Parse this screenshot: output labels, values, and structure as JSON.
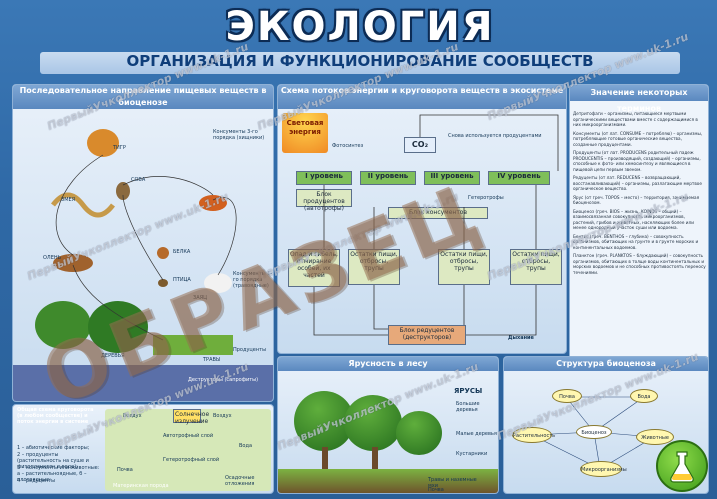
{
  "title": "ЭКОЛОГИЯ",
  "subtitle": "ОРГАНИЗАЦИЯ И ФУНКЦИОНИРОВАНИЕ СООБЩЕСТВ",
  "panels": {
    "food_web": {
      "head": "Последовательное направление пищевых веществ в биоценозе",
      "labels": {
        "tiger": "ТИГР",
        "owl": "СОВА",
        "snake": "ЗМЕЯ",
        "deer": "ОЛЕНЬ",
        "bird": "ПТИЦА",
        "hare": "ЗАЯЦ",
        "squirrel": "БЕЛКА",
        "trees": "ДЕРЕВЬЯ",
        "grass": "ТРАВЫ",
        "consumers3": "Консументы 3-го порядка (хищники)",
        "consumers1": "Консументы 1-го порядка (травоядные)",
        "producers": "Продуценты",
        "destructors": "Деструкторы (сапрофиты)"
      }
    },
    "energy_flow": {
      "head": "Схема потоков энергии и круговорота веществ в экосистеме",
      "energy": "Световая энергия",
      "co2": "CO₂",
      "co2_note": "Снова используется продуцентами",
      "levels": [
        "I уровень",
        "II уровень",
        "III уровень",
        "IV уровень"
      ],
      "photosynthesis": "Фотосинтез",
      "producers_box": "Блок продуцентов (автотрофы)",
      "consumers_box": "Блок консументов",
      "heterotrophs": "Гетеротрофы",
      "litter": "Опад и гибель, отмирание особей, их частей",
      "remains": [
        "Остатки пищи, отбросы, трупы",
        "Остатки пищи, отбросы, трупы",
        "Остатки пищи, отбросы, трупы"
      ],
      "reducers": "Блок редуцентов (деструкторов)",
      "respiration": "Дыхание"
    },
    "terms": {
      "head": "Значение некоторых терминов",
      "entries": [
        "Детритофаги – организмы, питающиеся мертвыми органическими веществами вместе с содержащимися в них микроорганизмами.",
        "Консументы (от лат. CONSUME – потребляю) – организмы, потребляющие готовые органические вещества, созданные продуцентами.",
        "Продуценты (от лат. PRODUCENS родительный падеж PRODUCENTIS – производящий, создающий) – организмы, способные к фото- или хемосинтезу и являющиеся в пищевой цепи первым звеном.",
        "Редуценты (от лат. REDUCENS – возвращающий, восстанавливающий) – организмы, разлагающие мертвое органическое вещество.",
        "Ярус (от греч. TOPOS – место) – территория, занимаемая биоценозом.",
        "Биоценоз (греч. BIOS – жизнь, KOINOS – общий) – взаимосвязанная совокупность микроорганизмов, растений, грибов и животных, населяющих более или менее однородный участок суши или водоема.",
        "Бентос (греч. BENTHOS – глубина) – совокупность организмов, обитающих на грунте и в грунте морских и континентальных водоемов.",
        "Планктон (греч. PLANKTOS – блуждающий) – совокупность организмов, обитающих в толще воды континентальных и морских водоемов и не способных противостоять переносу течениями."
      ]
    },
    "cycle": {
      "head": "Общая схема круговорота (в любом сообществе) и поток энергии в системе",
      "legend": [
        "1 – абиотические факторы;",
        "2 – продуценты (растительность на суше и фитопланктон в воде);",
        "3 – консументы или животные: а – растительноядные, б – плотоядные;",
        "4 – редуценты"
      ],
      "sun_label": "Солнечное излучение",
      "air": "Воздух",
      "autotrophic": "Автотрофный слой",
      "heterotrophic": "Гетеротрофный слой",
      "water": "Вода",
      "soil": "Почва",
      "rock": "Материнская порода",
      "sediment": "Осадочные отложения"
    },
    "forest": {
      "head": "Ярусность в лесу",
      "tiers": "ЯРУСЫ",
      "big_trees": "Большие деревья",
      "small_trees": "Малые деревья",
      "shrubs": "Кустарники",
      "grass": "Травы и наземные мхи",
      "soil": "Почва"
    },
    "biocenosis": {
      "head": "Структура биоценоза",
      "nodes": [
        "Почва",
        "Растительность",
        "Биоценоз",
        "Животные",
        "Микроорганизмы",
        "Вода"
      ]
    }
  },
  "stamp": "ОБРАЗЕЦ",
  "watermark": "ПервыйУчколлектор www.uk-1.ru",
  "colors": {
    "background": "#2f69a6",
    "panel": "#dbe8f6",
    "level": "#7fbf5a",
    "reducer": "#e7a97a",
    "stamp": "#966e50"
  },
  "icons": [
    "flask-icon",
    "sun-icon"
  ]
}
